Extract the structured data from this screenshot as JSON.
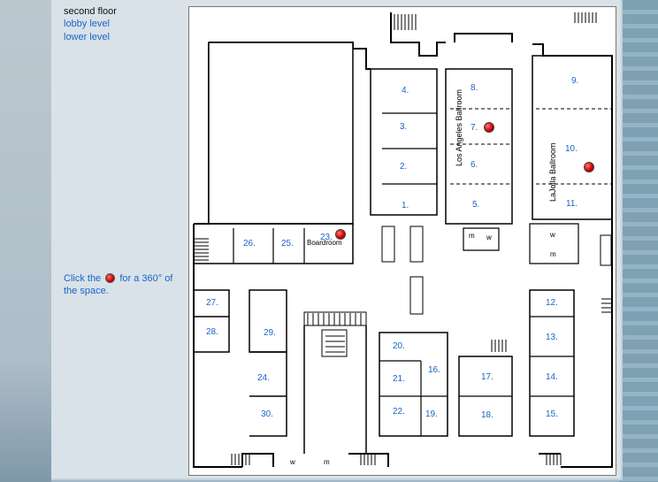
{
  "nav": {
    "current": "second floor",
    "links": [
      "lobby level",
      "lower level"
    ]
  },
  "instructions": {
    "before_icon": "Click the",
    "after_icon": "for a 360° of the space."
  },
  "map": {
    "rooms": [
      "1.",
      "2.",
      "3.",
      "4.",
      "5.",
      "6.",
      "7.",
      "8.",
      "9.",
      "10.",
      "11.",
      "12.",
      "13.",
      "14.",
      "15.",
      "16.",
      "17.",
      "18.",
      "19.",
      "20.",
      "21.",
      "22.",
      "23.",
      "24.",
      "25.",
      "26.",
      "27.",
      "28.",
      "29.",
      "30."
    ],
    "labels": {
      "los_angeles": "Los Angeles Ballroom",
      "la_jolla": "LaJolla Ballroom",
      "boardroom": "Boardroom",
      "m": "m",
      "w": "w"
    }
  },
  "colors": {
    "link": "#1c64c8",
    "panorama_dot": "#d40000"
  }
}
